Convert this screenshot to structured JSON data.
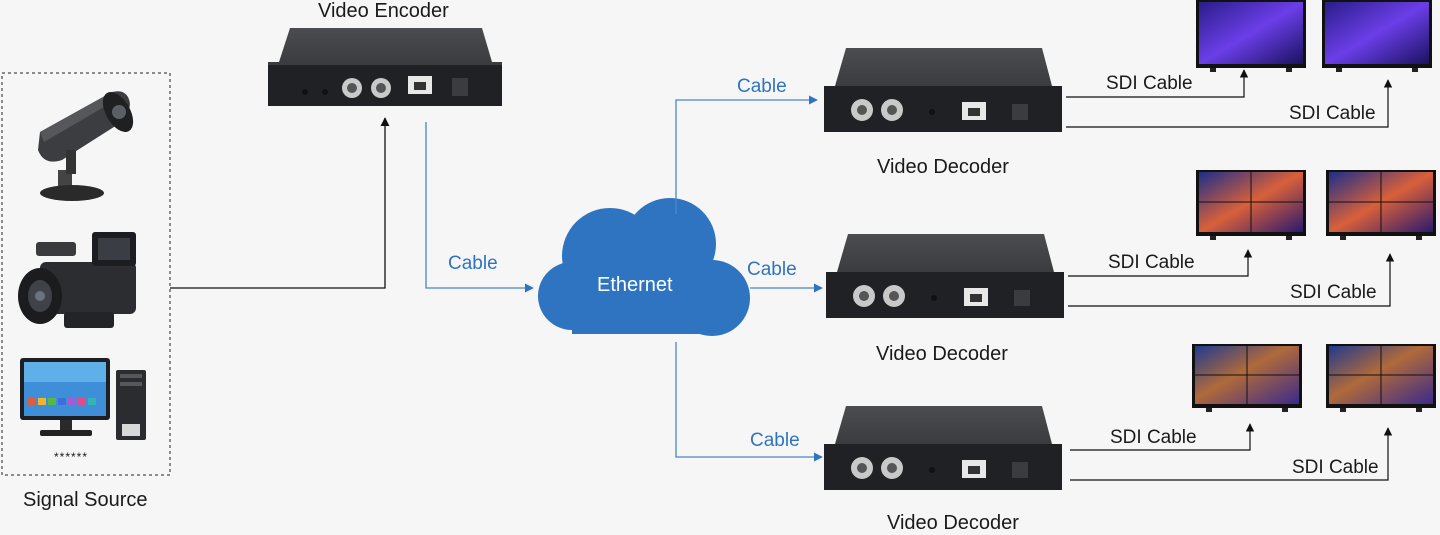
{
  "colors": {
    "background": "#f6f6f6",
    "cloud": "#2f74c0",
    "network_line": "#4a86c8",
    "sdi_line": "#111111",
    "device_body": "#2b2d30"
  },
  "source": {
    "label": "Signal Source",
    "more": "******",
    "icons": [
      "security-camera-icon",
      "camcorder-icon",
      "desktop-computer-icon"
    ]
  },
  "encoder": {
    "label": "Video Encoder"
  },
  "cloud": {
    "label": "Ethernet"
  },
  "cable_label": "Cable",
  "decoders": [
    {
      "label": "Video Decoder",
      "cable": "Cable",
      "sdi_1": "SDI Cable",
      "sdi_2": "SDI Cable"
    },
    {
      "label": "Video Decoder",
      "cable": "Cable",
      "sdi_1": "SDI Cable",
      "sdi_2": "SDI Cable"
    },
    {
      "label": "Video Decoder",
      "cable": "Cable",
      "sdi_1": "SDI Cable",
      "sdi_2": "SDI Cable"
    }
  ]
}
